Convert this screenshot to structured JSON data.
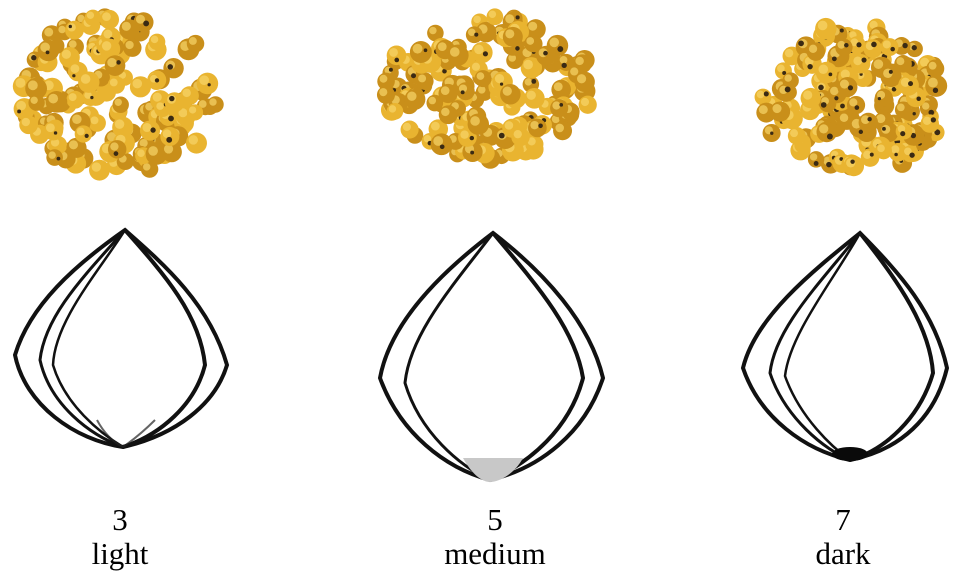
{
  "colors": {
    "seed": "#e9b430",
    "seed_shadow": "#c98f1a",
    "seed_highlight": "#f7d46a",
    "spot": "#3a2a14",
    "outline": "#111111",
    "hilum_medium": "#c8c8c8",
    "hilum_dark": "#0a0a0a"
  },
  "categories": [
    {
      "score": "3",
      "label": "light",
      "seed_icon": "light-seed-outline-icon",
      "hilum": "none",
      "spot_density": 0.25
    },
    {
      "score": "5",
      "label": "medium",
      "seed_icon": "medium-seed-outline-icon",
      "hilum": "grey",
      "spot_density": 0.3
    },
    {
      "score": "7",
      "label": "dark",
      "seed_icon": "dark-seed-outline-icon",
      "hilum": "black",
      "spot_density": 0.75
    }
  ]
}
